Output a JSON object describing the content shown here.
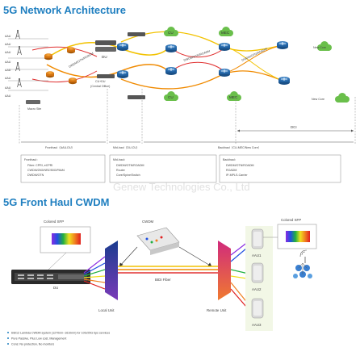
{
  "titles": {
    "network": "5G Network Architecture",
    "fronthaul": "5G Front Haul CWDM"
  },
  "watermark": "Genew Technologies Co., Ltd",
  "network": {
    "aau_labels": [
      "AAU",
      "AAU",
      "AAU",
      "AAU",
      "AAU",
      "AAU",
      "AAU",
      "AAU"
    ],
    "du_label": "DU",
    "cu_du_label": "CU+DU",
    "central_office": "(Central Office)",
    "macro_site": "Macro Site",
    "cu_labels": [
      "CU",
      "CU"
    ],
    "mec_labels": [
      "MEC",
      "MEC"
    ],
    "new_core_labels": [
      "New Core",
      "New Core"
    ],
    "ring_label_1": "DWDM/OTN/ROADM",
    "ring_label_2": "DWDM/OTN/ROADM",
    "ring_label_3": "DWDM/OTN/ROADM",
    "dci_label": "DCI",
    "segments": {
      "fronthaul": "Fronthaul（AAU-DU）",
      "midhaul": "Mid-haul（DU-CU）",
      "backhaul": "Backhaul（CU-MEC/New Core）"
    },
    "boxes": {
      "fronthaul": {
        "title": "Fronthaul：",
        "items": [
          "Fiber: CPRI, eCPRI",
          "CWDM/25G/NRZ/50G/PAM4",
          "DWDM/OTN"
        ]
      },
      "midhaul": {
        "title": "Mid-haul：",
        "items": [
          "DWDM/OTN/ROADM",
          "Router",
          "Core/Spine/Switch"
        ]
      },
      "backhaul": {
        "title": "Backhaul：",
        "items": [
          "DWDM/OTN/ROADM",
          "ROADM",
          "IP-MPLS-Carrier"
        ]
      }
    }
  },
  "fronthaul": {
    "colored_sfp_left": "Colored SFP",
    "colored_sfp_right": "Colored SFP",
    "cwdm_label": "CWDM",
    "du_label": "DU",
    "local_unit": "Local Unit",
    "remote_unit": "Remote Unit",
    "bidi_fiber": "BIDI Fiber",
    "aau_labels": [
      "AAU1",
      "AAU2",
      "AAU3"
    ]
  },
  "notes": [
    "6/8/12 Lambda CWDM system (1270nm~1610nm) for 10G/25G bps services",
    "Pure Passive, Plus Low cost, Management",
    "Cons: No protection, No monitors"
  ],
  "colors": {
    "title_blue": "#1f7fc0",
    "cloud_green": "#6abf4b",
    "router_blue": "#2c6fb0",
    "fiber_yellow": "#f2c200",
    "fiber_orange": "#f08a00",
    "fiber_red": "#e03030",
    "mux_blue": "#1a3c8f",
    "demux_pink": "#d02a7c"
  }
}
